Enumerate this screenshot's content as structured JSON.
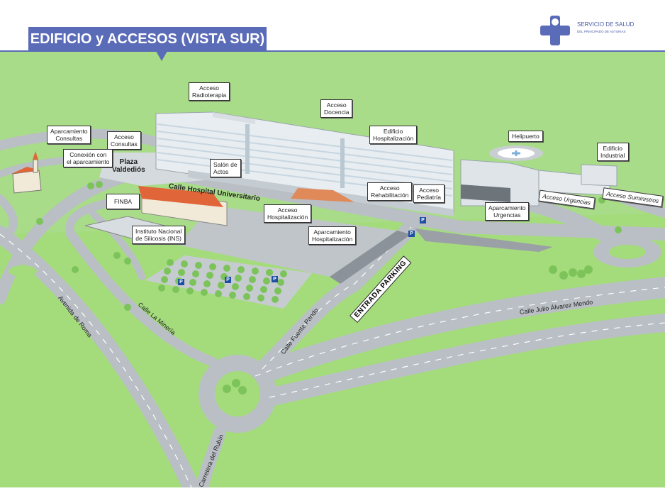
{
  "header": {
    "title": "EDIFICIO y ACCESOS (VISTA SUR)",
    "logo_line1": "SERVICIO DE SALUD",
    "logo_line2": "DEL PRINCIPADO DE ASTURIAS"
  },
  "colors": {
    "brand": "#5a6bb8",
    "grass": "#a8dc88",
    "road": "#b9bfc4",
    "roof": "#e07040",
    "parking_sign": "#1f4fa0"
  },
  "callouts": {
    "acceso_radioterapia": "Acceso\nRadioterapia",
    "acceso_docencia": "Acceso\nDocencia",
    "aparcamiento_consultas": "Aparcamiento\nConsultas",
    "acceso_consultas": "Acceso\nConsultas",
    "conexion_aparcamiento": "Conexión con\nel aparcamiento",
    "edificio_hospitalizacion": "Edificio\nHospitalización",
    "helipuerto": "Helipuerto",
    "edificio_industrial": "Edificio\nIndustrial",
    "salon_actos": "Salón de\nActos",
    "acceso_rehabilitacion": "Acceso\nRehabilitación",
    "acceso_pediatria": "Acceso\nPediatría",
    "finba": "FINBA",
    "acceso_hospitalizacion": "Acceso\nHospitalización",
    "aparcamiento_urgencias": "Aparcamiento\nUrgencias",
    "instituto_silicosis": "Instituto Nacional\nde Silicosis (INS)",
    "aparcamiento_hospitalizacion": "Aparcamiento\nHospitalización",
    "acceso_urgencias": "Acceso Urgencias",
    "acceso_suministros": "Acceso Suministros"
  },
  "places": {
    "plaza_valdedios": "Plaza\nValdediós",
    "entrada_parking": "ENTRADA PARKING",
    "parking_symbol": "P"
  },
  "streets": {
    "hospital_universitario": "Calle Hospital Universitario",
    "avenida_roma": "Avenida de Roma",
    "la_mineria": "Calle La Minería",
    "fuente_pando": "Calle Fuente Pando",
    "julio_alvarez_mendo": "Calle Julio Álvarez Mendo",
    "carretera_rubin": "Carretera del Rubín"
  }
}
